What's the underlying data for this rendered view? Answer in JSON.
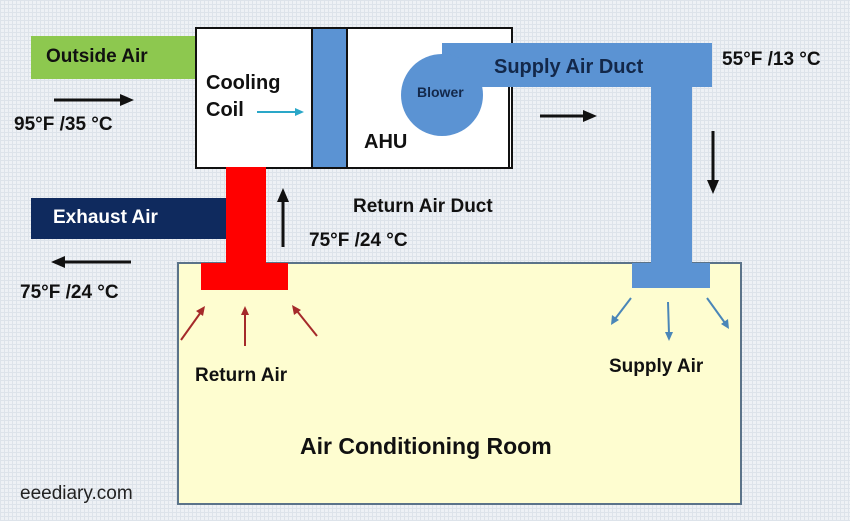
{
  "diagram": {
    "type": "hvac-air-handling-unit-schematic",
    "labels": {
      "outside_air": "Outside Air",
      "outside_temp": "95°F /35 °C",
      "cooling_coil_line1": "Cooling",
      "cooling_coil_line2": "Coil",
      "ahu": "AHU",
      "blower": "Blower",
      "supply_air_duct": "Supply Air Duct",
      "supply_temp": "55°F /13 °C",
      "exhaust_air": "Exhaust Air",
      "exhaust_temp": "75°F /24 °C",
      "return_air_duct": "Return Air Duct",
      "return_duct_temp": "75°F /24 °C",
      "return_air": "Return Air",
      "supply_air": "Supply Air",
      "room": "Air Conditioning Room",
      "watermark": "eeediary.com"
    },
    "colors": {
      "outside_air": "#8dc84f",
      "exhaust_air": "#0f2a5e",
      "supply_duct": "#5b93d3",
      "return_duct": "#ff0000",
      "room_fill": "#fefdd0",
      "room_border": "#5b7389",
      "return_arrows": "#a52a2a",
      "supply_arrows": "#4a86b8",
      "coil_arrow": "#2aa7c8"
    },
    "flows": [
      {
        "from": "Outside Air",
        "to": "Cooling Coil",
        "temperature": "95°F /35 °C"
      },
      {
        "from": "Blower",
        "to": "Supply Air Duct",
        "temperature": "55°F /13 °C"
      },
      {
        "from": "Air Conditioning Room",
        "to": "Return Air Duct",
        "temperature": "75°F /24 °C"
      },
      {
        "from": "Return Air Duct",
        "to": "Exhaust Air",
        "temperature": "75°F /24 °C"
      }
    ]
  }
}
